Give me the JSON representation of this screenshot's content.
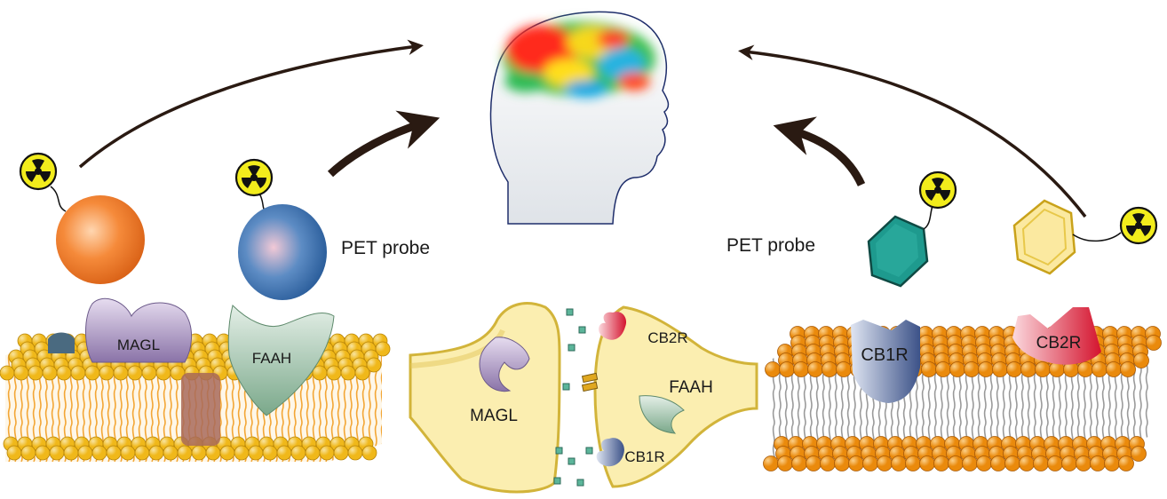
{
  "labels": {
    "pet_probe_left": "PET probe",
    "pet_probe_right": "PET probe",
    "magl_left": "MAGL",
    "faah_left": "FAAH",
    "magl_synapse": "MAGL",
    "faah_synapse": "FAAH",
    "cb2r_synapse": "CB2R",
    "cb1r_synapse": "CB1R",
    "cb1r_right": "CB1R",
    "cb2r_right": "CB2R"
  },
  "colors": {
    "orange_probe": "#f47a20",
    "blue_probe": "#2f6aa8",
    "teal_probe": "#1e9a8e",
    "yellow_probe": "#fbe9a0",
    "radiation": "#f2ec1c",
    "arrow": "#2a1a12",
    "lipid_head_yellow": "#f4c21a",
    "lipid_head_orange": "#f0930f",
    "magl_purple": "#9c86b6",
    "faah_green": "#8fb79c",
    "cb1r_blue": "#5a6f9e",
    "cb2r_red": "#e8324a",
    "cell_fill": "#fbeeb0"
  },
  "icons": [
    "radiation-icon",
    "brain-head-icon",
    "arrow-icon"
  ]
}
